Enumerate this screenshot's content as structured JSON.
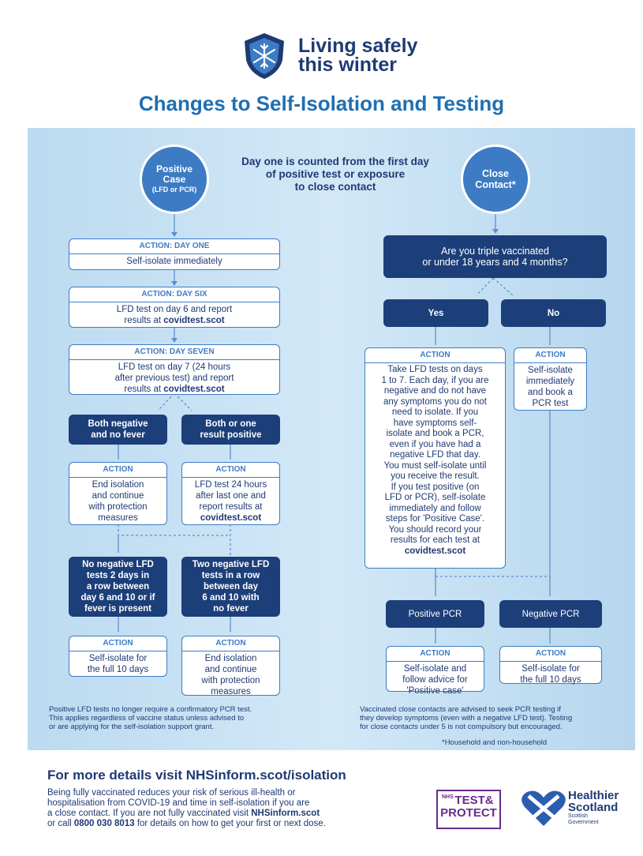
{
  "header": {
    "logo_line1": "Living safely",
    "logo_line2": "this winter",
    "title": "Changes to Self-Isolation and Testing"
  },
  "intro": {
    "line1": "Day one is counted from the first day",
    "line2": "of positive test or exposure",
    "line3": "to close contact"
  },
  "left": {
    "circle": {
      "line1": "Positive",
      "line2": "Case",
      "line3": "(LFD or PCR)"
    },
    "day1": {
      "head": "ACTION: DAY ONE",
      "body": "Self-isolate immediately"
    },
    "day6": {
      "head": "ACTION: DAY SIX",
      "body1": "LFD test on day 6 and report",
      "body2": "results at ",
      "link": "covidtest.scot"
    },
    "day7": {
      "head": "ACTION: DAY SEVEN",
      "body1": "LFD test on day 7 (24 hours",
      "body2": "after previous test) and report",
      "body3": "results at ",
      "link": "covidtest.scot"
    },
    "both_neg": {
      "line1": "Both negative",
      "line2": "and no fever"
    },
    "one_pos": {
      "line1": "Both or one",
      "line2": "result positive"
    },
    "end1": {
      "head": "ACTION",
      "l1": "End isolation",
      "l2": "and continue",
      "l3": "with protection",
      "l4": "measures"
    },
    "lfd24": {
      "head": "ACTION",
      "l1": "LFD test 24 hours",
      "l2": "after last one and",
      "l3": "report results at",
      "l4": "covidtest.scot"
    },
    "no_neg": {
      "l1": "No negative LFD",
      "l2": "tests 2 days in",
      "l3": "a row between",
      "l4": "day 6 and 10 or if",
      "l5": "fever is present"
    },
    "two_neg": {
      "l1": "Two negative LFD",
      "l2": "tests in a row",
      "l3": "between day",
      "l4": "6 and 10 with",
      "l5": "no fever"
    },
    "full10": {
      "head": "ACTION",
      "l1": "Self-isolate for",
      "l2": "the full 10 days"
    },
    "end2": {
      "head": "ACTION",
      "l1": "End isolation",
      "l2": "and continue",
      "l3": "with protection",
      "l4": "measures"
    },
    "note": {
      "l1": "Positive LFD tests no longer require a confirmatory PCR test.",
      "l2": "This applies regardless of vaccine status unless advised to",
      "l3": "or are applying for the self-isolation support grant."
    }
  },
  "right": {
    "circle": {
      "line1": "Close",
      "line2": "Contact*"
    },
    "question": {
      "l1": "Are you triple vaccinated",
      "l2": "or under 18 years and 4 months?"
    },
    "yes": "Yes",
    "no": "No",
    "yes_action": {
      "head": "ACTION",
      "lines": [
        "Take LFD tests on days",
        "1 to 7. Each day, if you are",
        "negative and do not have",
        "any symptoms you do not",
        "need to isolate. If you",
        "have symptoms self-",
        "isolate and book a PCR,",
        "even if you have had a",
        "negative LFD that day.",
        "You must self-isolate until",
        "you receive the result.",
        "If you test positive (on",
        "LFD or PCR), self-isolate",
        "immediately and follow",
        "steps for 'Positive Case'.",
        "You should record your",
        "results for each test at"
      ],
      "link": "covidtest.scot"
    },
    "no_action": {
      "head": "ACTION",
      "l1": "Self-isolate",
      "l2": "immediately",
      "l3": "and book a",
      "l4": "PCR test"
    },
    "pos_pcr": "Positive PCR",
    "neg_pcr": "Negative PCR",
    "pos_action": {
      "head": "ACTION",
      "l1": "Self-isolate and",
      "l2": "follow advice for",
      "l3": "'Positive case'"
    },
    "neg_action": {
      "head": "ACTION",
      "l1": "Self-isolate for",
      "l2": "the full 10 days"
    },
    "note": {
      "l1": "Vaccinated close contacts are advised to seek PCR testing if",
      "l2": "they develop symptoms (even with a negative LFD test). Testing",
      "l3": "for close contacts under 5 is not compulsory but encouraged."
    },
    "footnote": "*Household and non-household"
  },
  "footer": {
    "title": "For more details visit NHSinform.scot/isolation",
    "l1": "Being fully vaccinated reduces your risk of serious ill-health or",
    "l2": "hospitalisation from COVID-19 and time in self-isolation if you are",
    "l3a": "a close contact. If you are not fully vaccinated visit ",
    "l3link": "NHSinform.scot",
    "l4a": "or call ",
    "l4b": "0800 030 8013",
    "l4c": " for details on how to get your first or next dose.",
    "tp_nhs": "NHS",
    "tp_test": "TEST&",
    "tp_protect": "PROTECT",
    "hs_line1": "Healthier",
    "hs_line2": "Scotland",
    "hs_line3": "Scottish",
    "hs_line4": "Government"
  },
  "colors": {
    "navy": "#1c3f7a",
    "blue": "#3d7cc4",
    "title_blue": "#1f6fb2",
    "purple": "#6a2c8e",
    "panel": "#c8e1f4"
  }
}
